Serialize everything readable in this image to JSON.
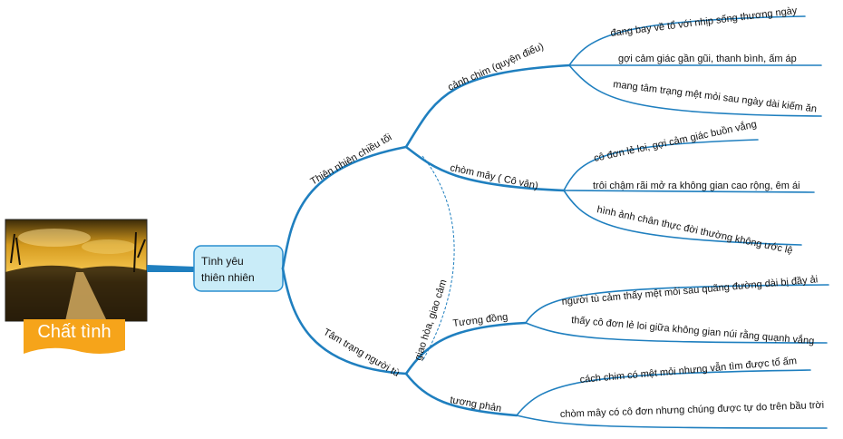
{
  "image": {
    "caption": "Chất tình"
  },
  "center": {
    "line1": "Tình yêu",
    "line2": "thiên nhiên"
  },
  "branch_top": {
    "label": "Thiên nhiên chiều tối",
    "sub1": {
      "label": "cảnh chim (quyện điểu)",
      "leaves": [
        "đang bay về tổ với nhịp sống thương ngày",
        "gợi cảm giác gần gũi, thanh bình, ấm áp",
        "mang tâm trạng mệt mỏi sau ngày dài kiếm ăn"
      ]
    },
    "sub2": {
      "label": "chòm mây ( Cô vân)",
      "leaves": [
        "cô đơn lẻ loi, gợi cảm giác buồn vắng",
        "trôi chậm rãi mở ra không gian cao rộng, êm ái",
        "hình ảnh chân thực đời thường không ước lệ"
      ]
    }
  },
  "branch_bottom": {
    "label": "Tâm trạng người tù",
    "sub1": {
      "label": "Tương đồng",
      "leaves": [
        "người tù cảm thấy mệt mỏi sau quãng đường dài bị đầy ải",
        "thấy cô đơn lẻ loi giữa không gian núi rằng quạnh vắng"
      ]
    },
    "sub2": {
      "label": "tương phản",
      "leaves": [
        "cách chim có mệt mỏi nhưng vẫn tìm được tổ ấm",
        "chòm mây có cô đơn nhưng chúng được tự do trên bầu trời"
      ]
    }
  },
  "relationship": {
    "label": "giao hòa, giao cảm"
  },
  "colors": {
    "line": "#1f7fbf",
    "center_fill": "#c9ecf8",
    "center_border": "#2b8fcf",
    "caption_bg": "#f6a41a",
    "caption_text": "#ffffff"
  }
}
